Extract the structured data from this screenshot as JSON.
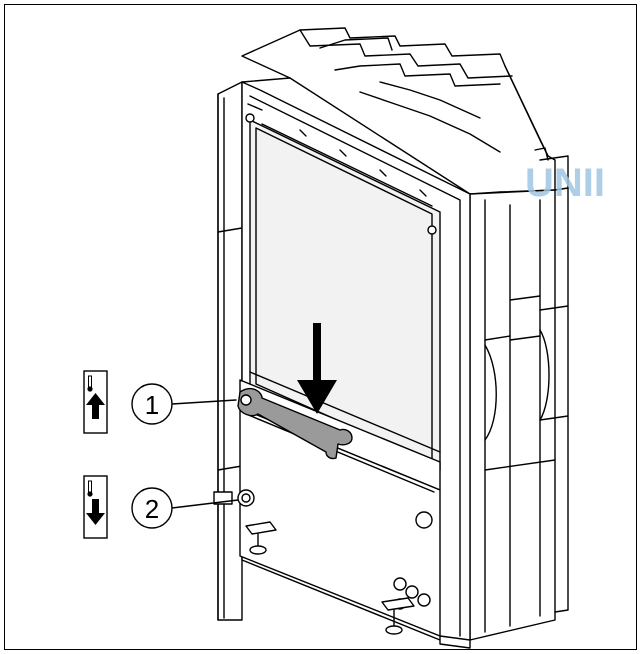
{
  "figure": {
    "callouts": [
      {
        "number": "1",
        "indicator": "temperature-up"
      },
      {
        "number": "2",
        "indicator": "temperature-down"
      }
    ],
    "watermark": "UNII",
    "colors": {
      "line": "#000000",
      "panel_shade": "#f2f2f2",
      "wrench_fill": "#9a9a9a",
      "watermark": "#9fc6e2"
    }
  }
}
